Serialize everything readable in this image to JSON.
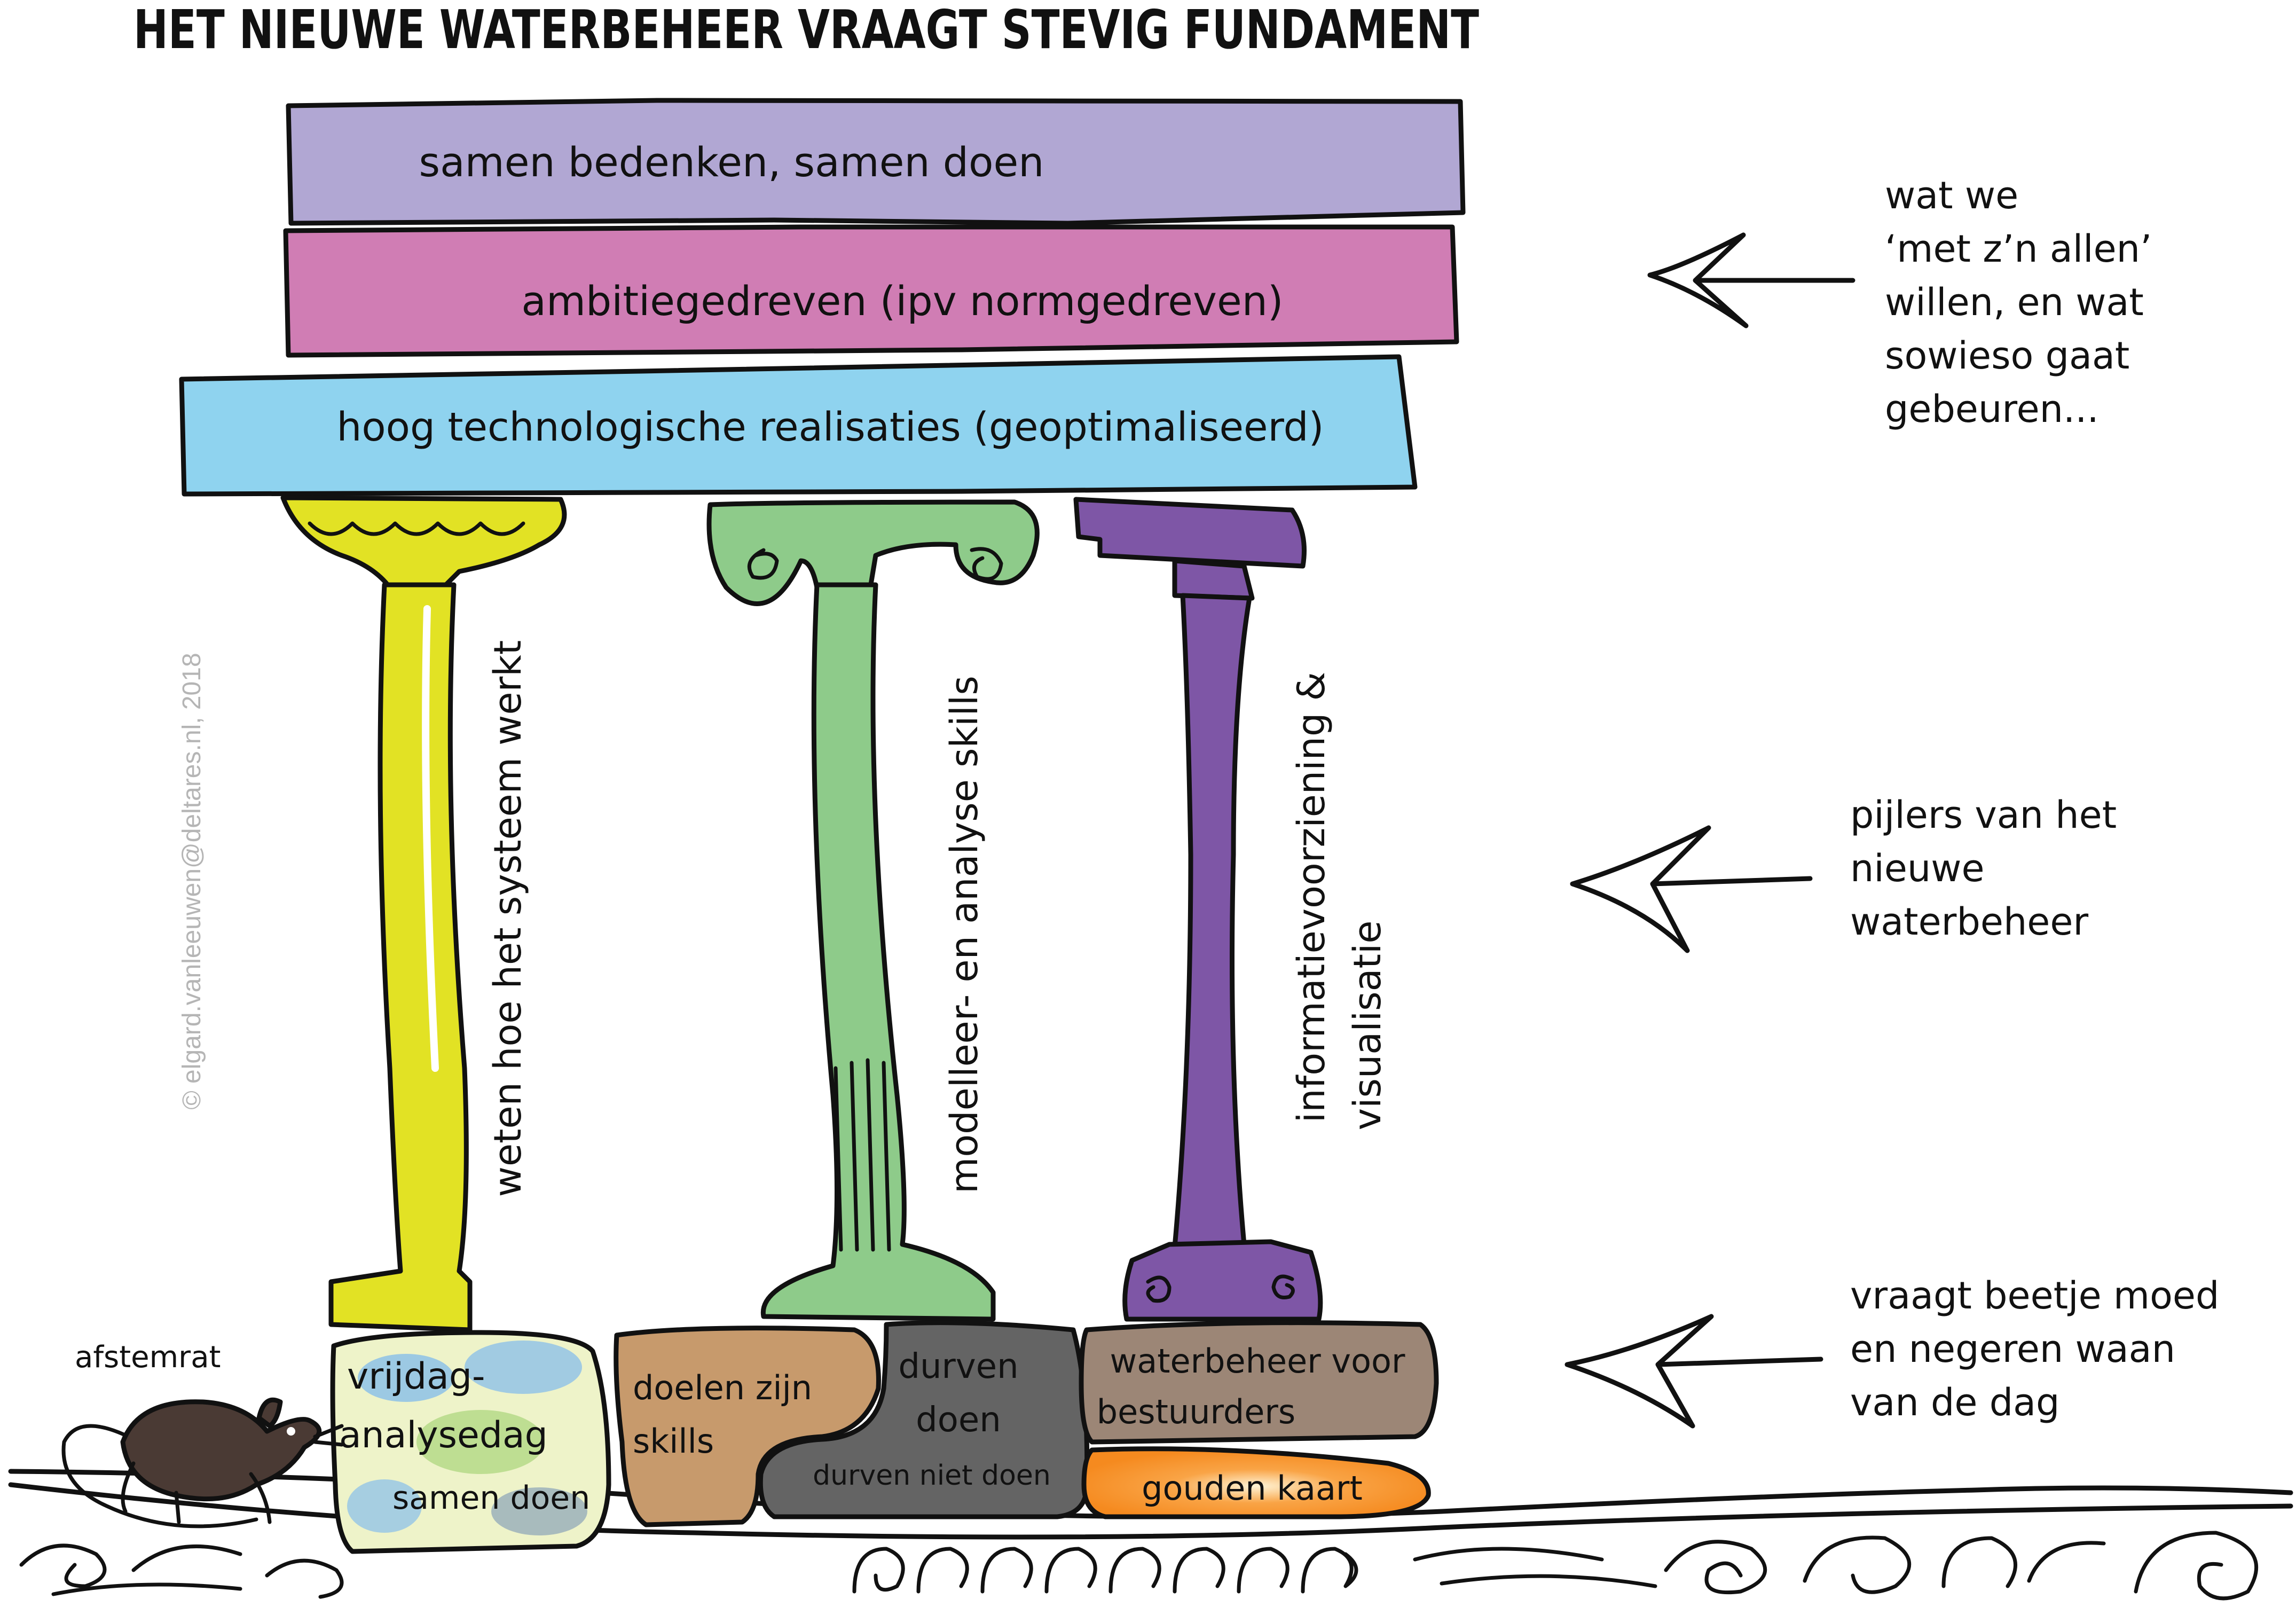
{
  "title": "HET NIEUWE WATERBEHEER VRAAGT STEVIG FUNDAMENT",
  "roof_bands": [
    {
      "label": "samen bedenken, samen doen",
      "color": "#b1a7d3"
    },
    {
      "label": "ambitiegedreven (ipv normgedreven)",
      "color": "#d07db4"
    },
    {
      "label": "hoog technologische realisaties (geoptimaliseerd)",
      "color": "#8fd3ef"
    }
  ],
  "pillars": [
    {
      "label": "weten hoe het systeem werkt",
      "color": "#e2e224"
    },
    {
      "label": "modelleer- en analyse skills",
      "color": "#8ecb8a"
    },
    {
      "label_line1": "informatievoorziening &",
      "label_line2": "visualisatie",
      "color": "#7e56a6"
    }
  ],
  "stones": {
    "vrijdag_line1": "vrijdag-",
    "vrijdag_line2": "analysedag",
    "vrijdag_line3": "samen doen",
    "doelen_line1": "doelen zijn",
    "doelen_line2": "skills",
    "durven_line1": "durven",
    "durven_line2": "doen",
    "durven_niet": "durven niet doen",
    "waterbeheer_line1": "waterbeheer voor",
    "waterbeheer_line2": "bestuurders",
    "gouden": "gouden kaart"
  },
  "rat_label": "afstemrat",
  "annotations": {
    "top": [
      "wat we",
      "‘met z’n allen’",
      "willen, en wat",
      "sowieso gaat",
      "gebeuren..."
    ],
    "middle": [
      "pijlers van het",
      "nieuwe",
      "waterbeheer"
    ],
    "bottom": [
      "vraagt beetje moed",
      "en negeren waan",
      "van de dag"
    ]
  },
  "copyright": "© elgard.vanleeuwen@deltares.nl, 2018",
  "colors": {
    "stone_vrijdag": "#eef3c9",
    "stone_doelen": "#c79a6c",
    "stone_durven": "#646464",
    "stone_waterbeheer": "#9c8676",
    "stone_gouden": "#f58a1f",
    "outline": "#111111"
  }
}
